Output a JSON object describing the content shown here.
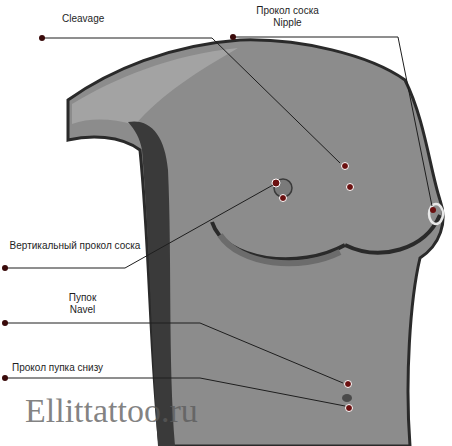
{
  "diagram": {
    "labels": [
      "Cleavage",
      "Прокол соска Nipple",
      "Вертикальный прокол соска",
      "Пупок Navel",
      "Прокол пупка снизу",
      "Ellittattoo.ru"
    ]
  }
}
